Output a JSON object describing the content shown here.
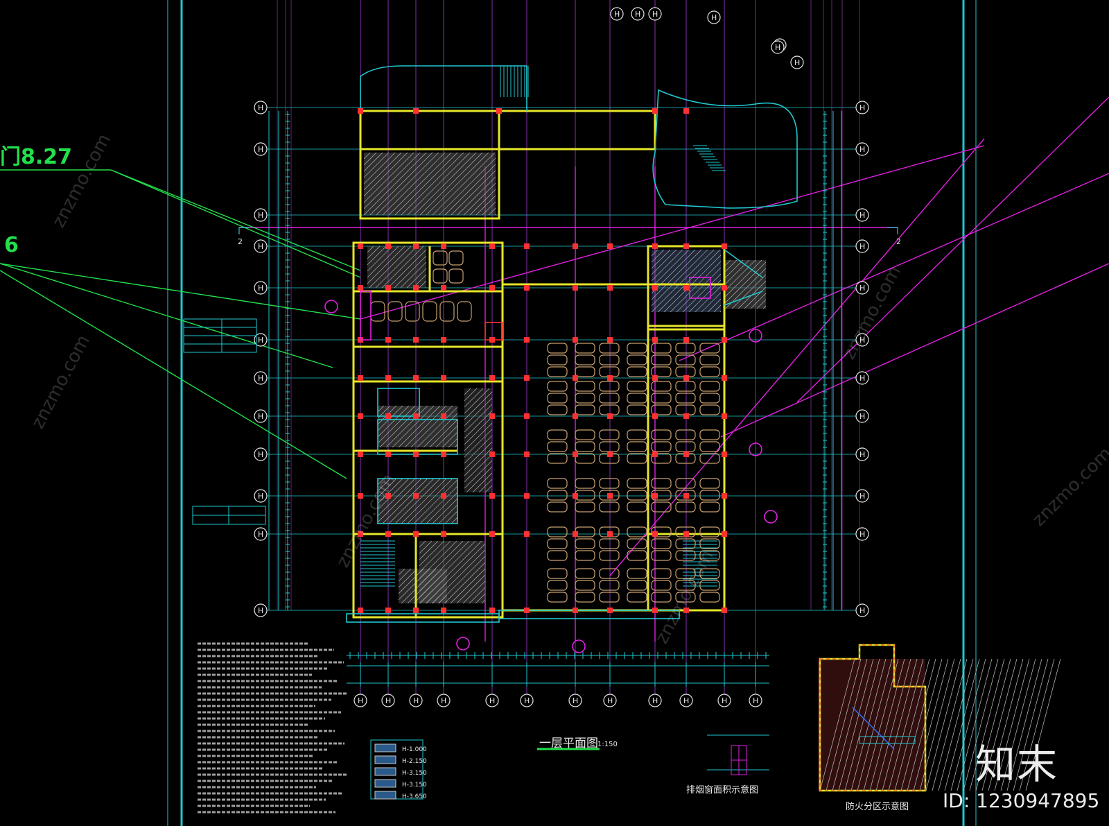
{
  "drawing": {
    "left_callouts": [
      "门8.27",
      "6"
    ],
    "plan_title": "一层平面图",
    "plan_scale": "1:150",
    "fire_zone_title": "防火分区示意图",
    "window_detail_title": "排烟窗面积示意图",
    "grid_bubble": "H",
    "section_mark": "2",
    "elevation_legend": [
      "H-1.000",
      "H-2.150",
      "H-3.150",
      "H-3.150",
      "H-3.650"
    ]
  },
  "palette": {
    "background": "#000000",
    "axis_grid": "#20c8d0",
    "wall": "#e6e62a",
    "column": "#ff3030",
    "furniture": "#c8a070",
    "room_hatch": "#8a8a8a",
    "magenta": "#e020e0",
    "callout_line": "#22e04a"
  },
  "watermark": {
    "brand": "知末",
    "id_text": "ID: 1230947895"
  }
}
